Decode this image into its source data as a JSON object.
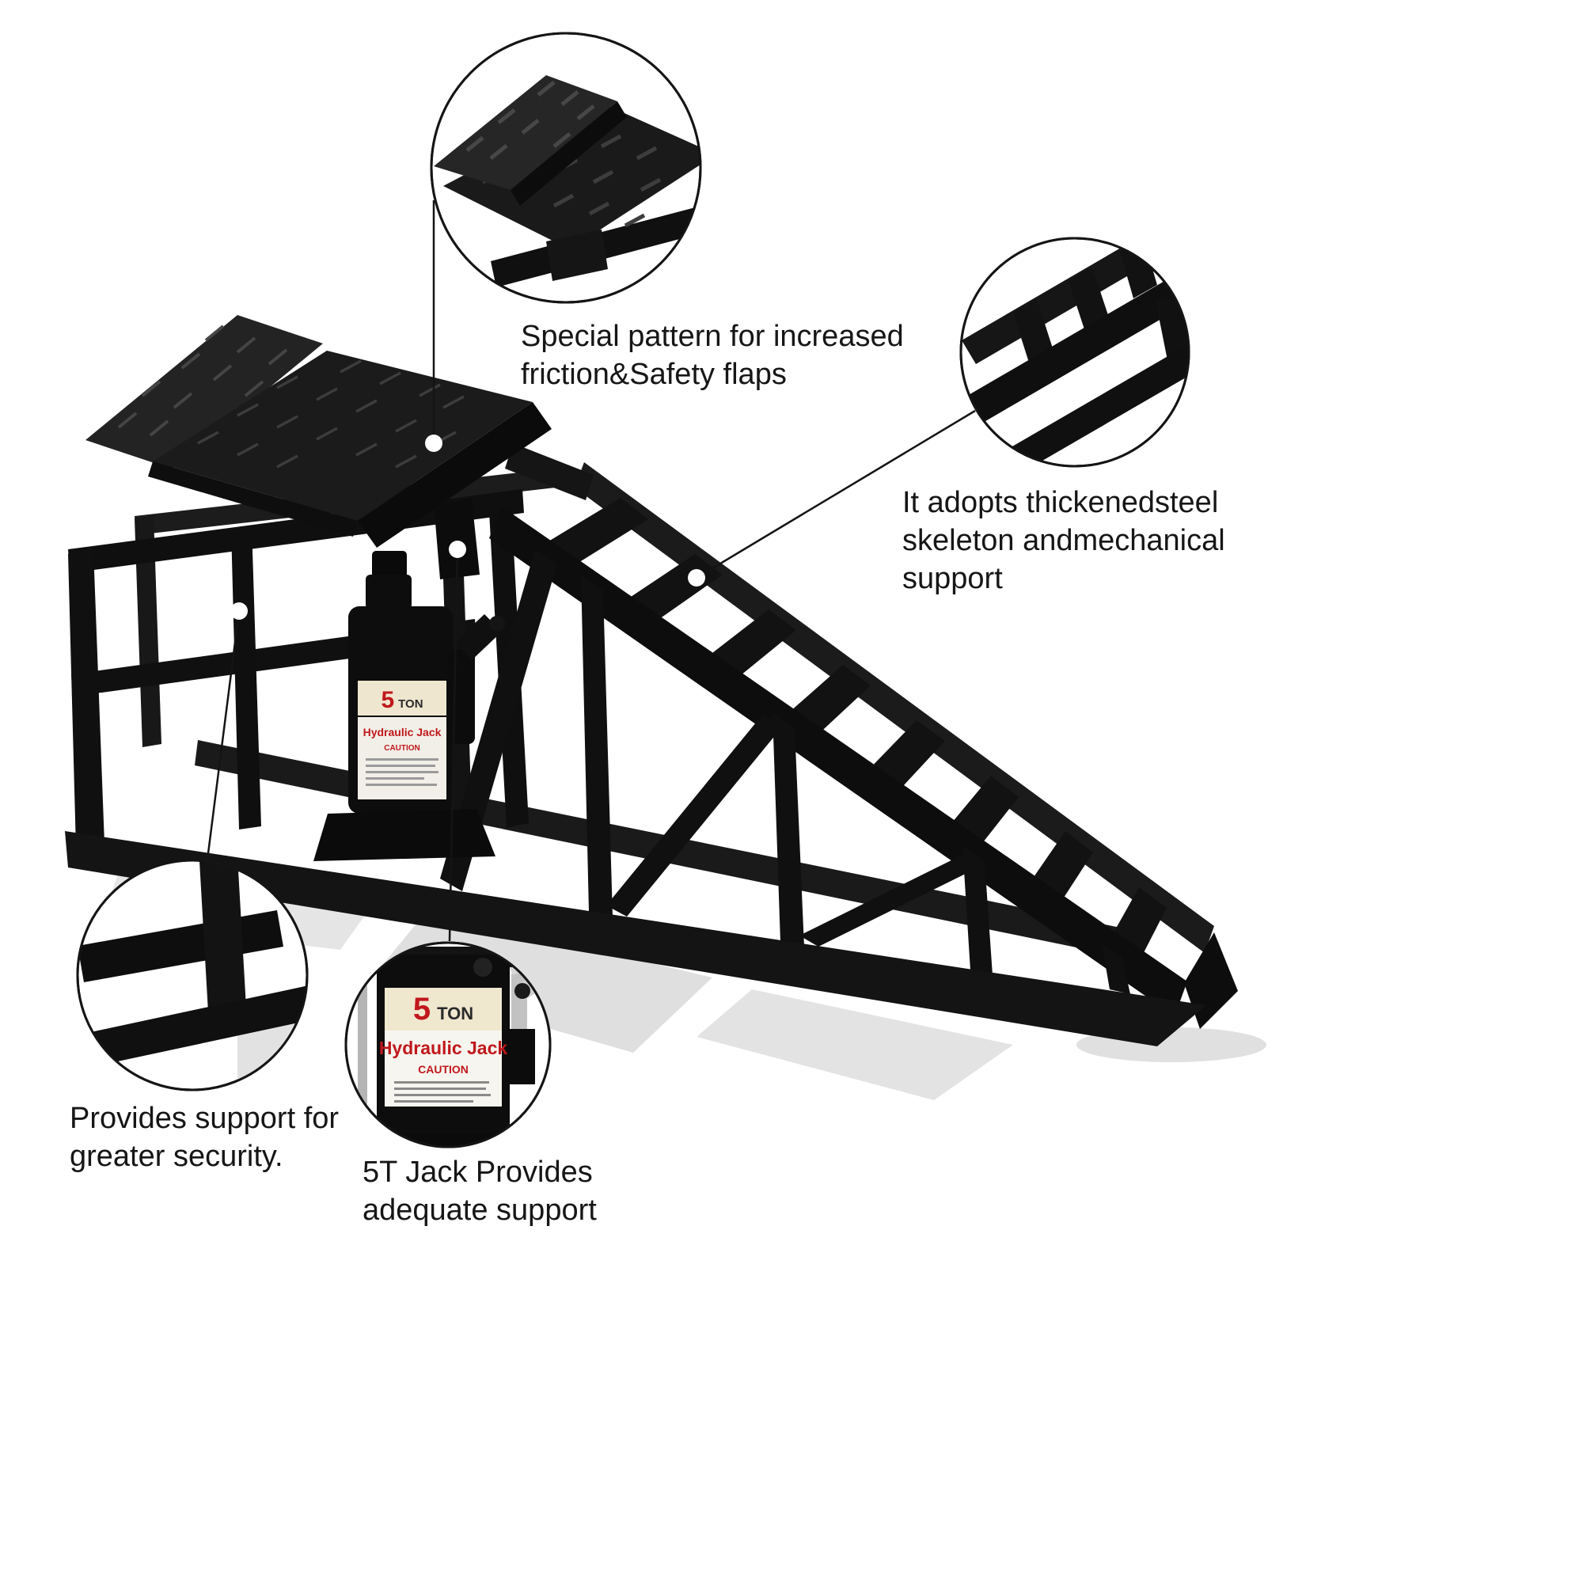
{
  "page": {
    "background": "#ffffff",
    "description": "car-ramp-with-hydraulic-jack-feature-infographic"
  },
  "colors": {
    "product_black": "#101010",
    "shadow_gray": "#dcdcdc",
    "line_black": "#141414",
    "accent_red": "#c0181c",
    "label_cream": "#efe6cf",
    "label_white": "#f6f3ec"
  },
  "annotations": {
    "platform": {
      "lines": [
        "Special pattern for increased",
        "friction&Safety flaps"
      ]
    },
    "frame": {
      "lines": [
        "It adopts thickenedsteel",
        "skeleton andmechanical",
        "support"
      ]
    },
    "support": {
      "lines": [
        "Provides support for",
        "greater security."
      ]
    },
    "jack": {
      "lines": [
        "5T Jack Provides",
        "adequate support"
      ]
    }
  },
  "jack_label": {
    "tonnage_number": "5",
    "tonnage_unit": "TON",
    "name": "Hydraulic Jack",
    "caution": "CAUTION"
  }
}
